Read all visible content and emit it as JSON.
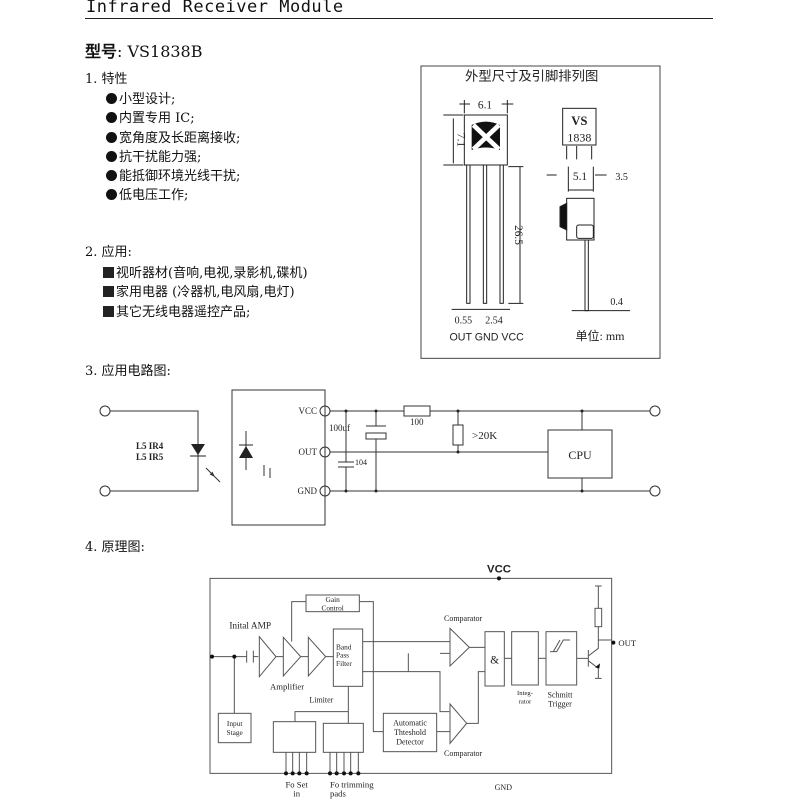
{
  "header": {
    "title": "Infrared Receiver Module",
    "model_label": "型号",
    "model_sep": ": ",
    "model_value": "VS1838B"
  },
  "features": {
    "heading": "1.  特性",
    "items": [
      "小型设计;",
      "内置专用 IC;",
      "宽角度及长距离接收;",
      "抗干扰能力强;",
      "能抵御环境光线干扰;",
      "低电压工作;"
    ]
  },
  "applications": {
    "heading": "2.  应用:",
    "items": [
      "视听器材(音响,电视,录影机,碟机)",
      "家用电器 (冷器机,电风扇,电灯)",
      "其它无线电器遥控产品;"
    ]
  },
  "package": {
    "title": "外型尺寸及引脚排列图",
    "width": "6.1",
    "height": "7.1",
    "lead_length": "26.5",
    "pin_width": "0.55",
    "pin_pitch": "2.54",
    "pins": "OUT GND VCC",
    "marking_1": "VS",
    "marking_2": "1838",
    "side_width": "5.1",
    "side_depth": "3.5",
    "lead_thickness": "0.4",
    "unit": "单位: mm"
  },
  "circuit": {
    "heading": "3.  应用电路图:",
    "led_1": "L5  IR4",
    "led_2": "L5  IR5",
    "vcc": "VCC",
    "out": "OUT",
    "gnd": "GND",
    "cap_electrolytic": "100uf",
    "cap_ceramic": "104",
    "resistor": "100",
    "pullup": ">20K",
    "cpu": "CPU"
  },
  "block": {
    "heading": "4.  原理图:",
    "vcc": "VCC",
    "gnd": "GND",
    "out": "OUT",
    "initial_amp": "Inital AMP",
    "amplifier": "Amplifier",
    "limiter": "Limiter",
    "gain_1": "Gain",
    "gain_2": "Control",
    "bpf_1": "Band",
    "bpf_2": "Pass",
    "bpf_3": "Filter",
    "comparator_top": "Comparator",
    "comparator_bottom": "Comparator",
    "and": "&",
    "integrator_1": "Integ-",
    "integrator_2": "rator",
    "schmitt_1": "Schmitt",
    "schmitt_2": "Trigger",
    "input_1": "Input",
    "input_2": "Stage",
    "atd_1": "Automatic",
    "atd_2": "Thteshold",
    "atd_3": "Detector",
    "foset_1": "Fo Set",
    "foset_2": "in",
    "fotrim_1": "Fo trimming",
    "fotrim_2": "pads"
  }
}
